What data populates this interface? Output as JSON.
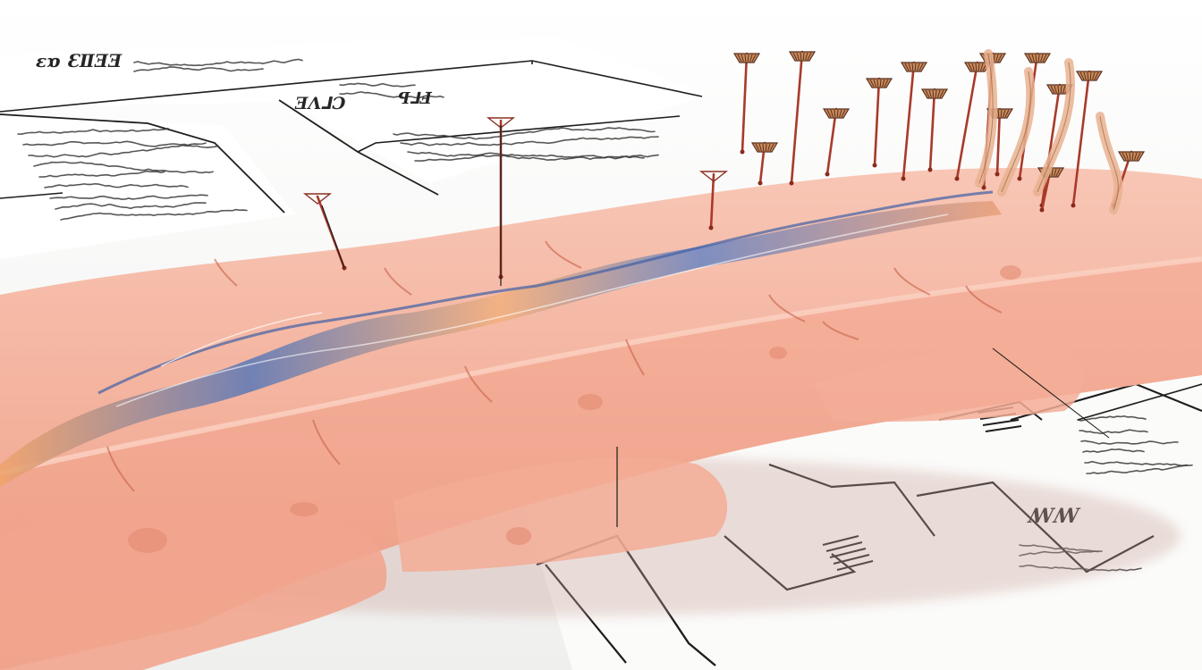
{
  "labels": {
    "title_left": "ɛɒ ƐⅡƎƎ",
    "panel_header": "ƎɅ⅃Ɔ",
    "panel_header_mid": "ꟼ⅃Ⅎ",
    "panel_right_caption": "ꟿꟿ"
  },
  "colors": {
    "tissue_top": "#f4b7a3",
    "tissue_side": "#f3a993",
    "tissue_shadow": "#d9826c",
    "vessel_blue": "#5a78b8",
    "vessel_orange": "#f0a36a",
    "probe_stem": "#a93a2a",
    "ink": "#1d1d1d"
  },
  "icons": {
    "probes": "probe-pin-icon"
  }
}
